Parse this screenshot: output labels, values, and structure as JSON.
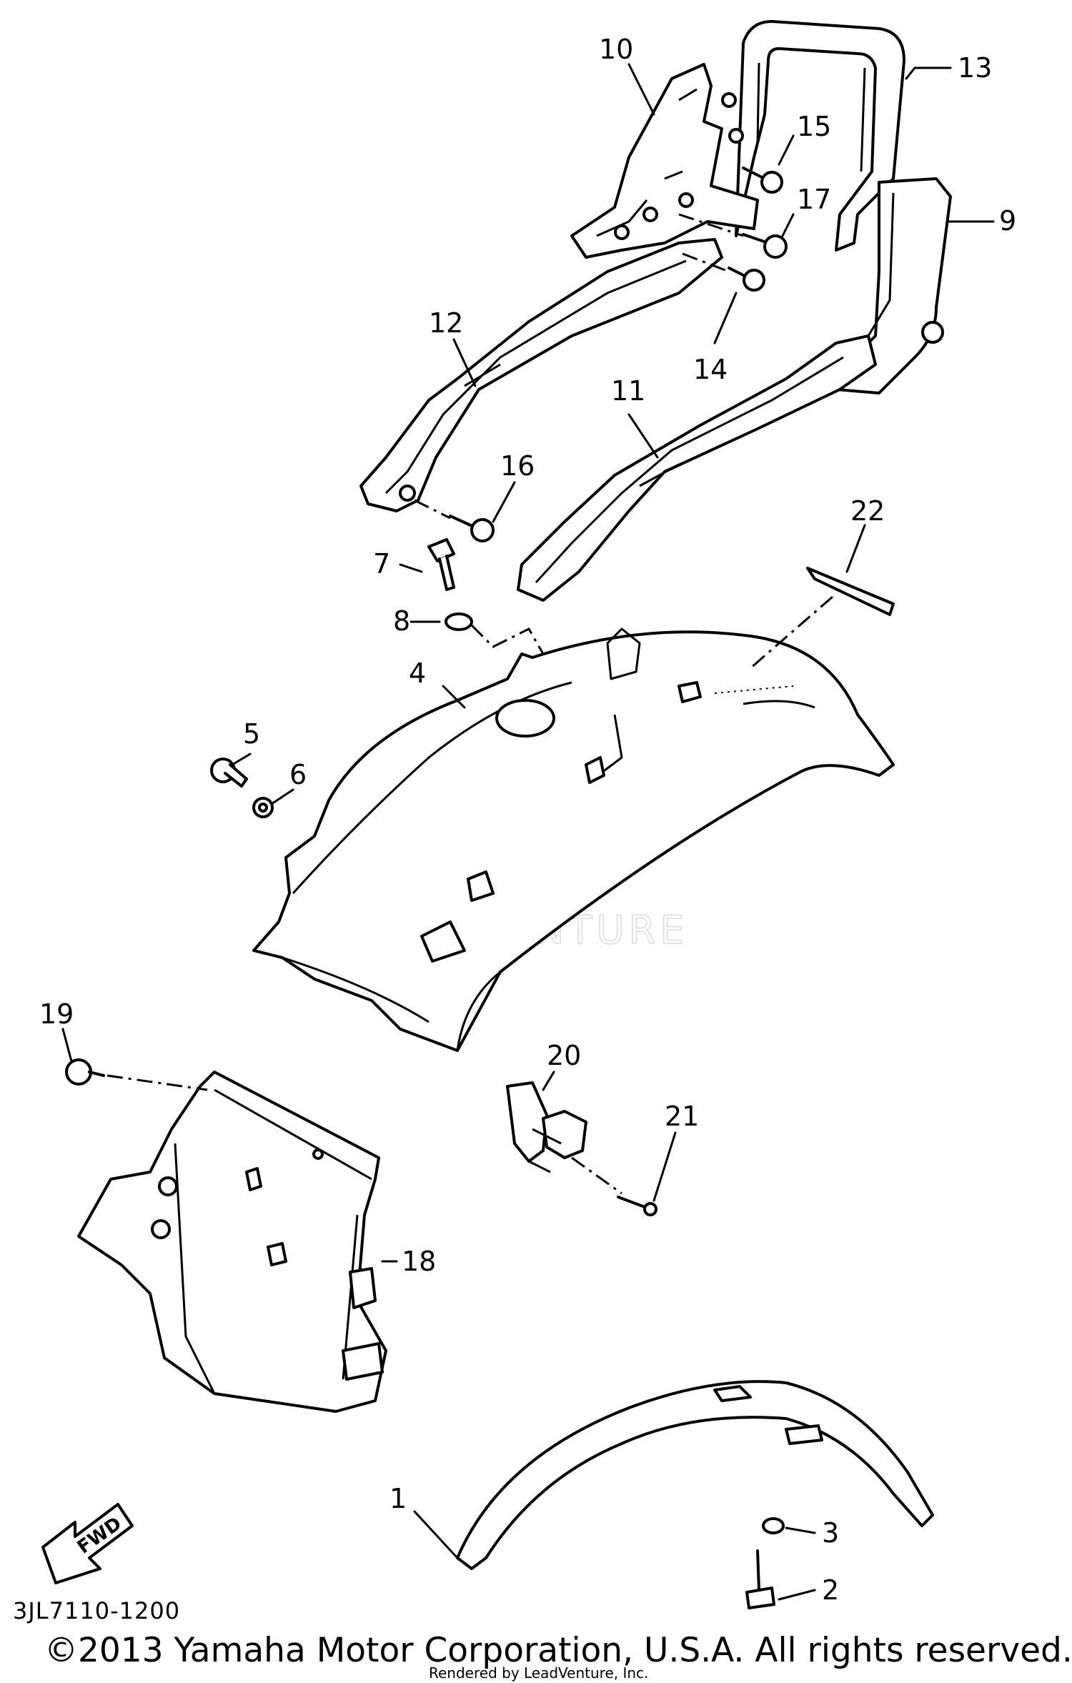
{
  "diagram": {
    "labels": {
      "p1": "1",
      "p2": "2",
      "p3": "3",
      "p4": "4",
      "p5": "5",
      "p6": "6",
      "p7": "7",
      "p8": "8",
      "p9": "9",
      "p10": "10",
      "p11": "11",
      "p12": "12",
      "p13": "13",
      "p14": "14",
      "p15": "15",
      "p16": "16",
      "p17": "17",
      "p18": "18",
      "p19": "19",
      "p20": "20",
      "p21": "21",
      "p22": "22"
    },
    "direction_marker": "FWD",
    "part_code": "3JL7110-1200",
    "copyright": "©2013 Yamaha Motor Corporation, U.S.A. All rights reserved.",
    "rendered_by": "Rendered by LeadVenture, Inc.",
    "watermark": "LEADVENTURE"
  }
}
